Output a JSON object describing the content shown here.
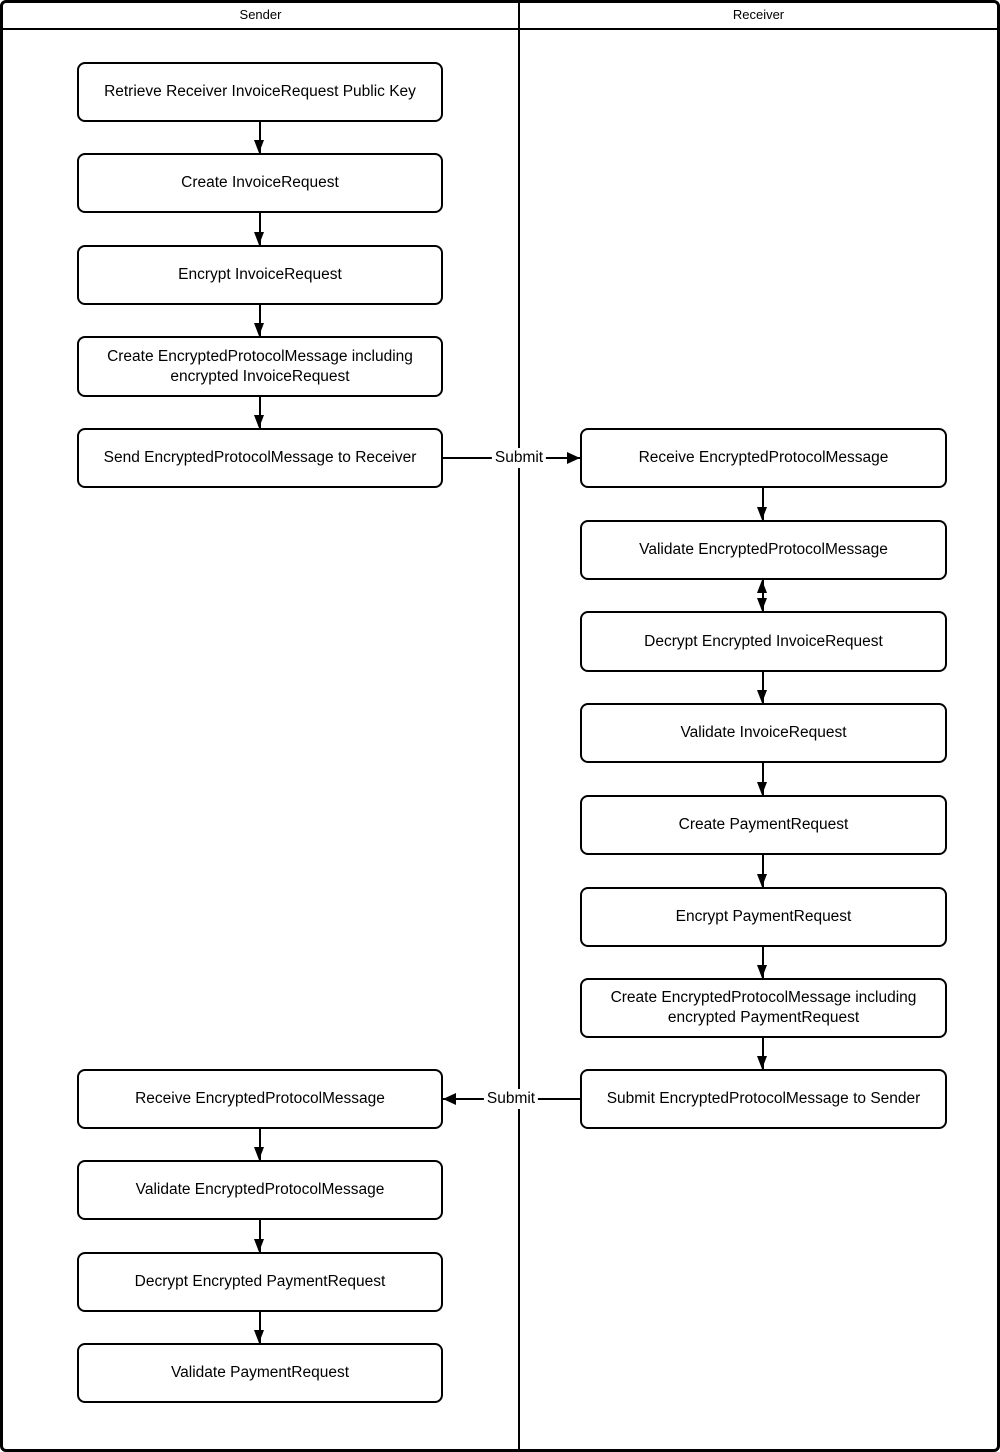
{
  "header": {
    "sender_lane": "Sender",
    "receiver_lane": "Receiver"
  },
  "nodes": [
    {
      "lane": "Sender",
      "label": "Retrieve Receiver InvoiceRequest Public Key"
    },
    {
      "lane": "Sender",
      "label": "Create InvoiceRequest"
    },
    {
      "lane": "Sender",
      "label": "Encrypt InvoiceRequest"
    },
    {
      "lane": "Sender",
      "label": "Create EncryptedProtocolMessage including encrypted InvoiceRequest"
    },
    {
      "lane": "Sender",
      "label": "Send EncryptedProtocolMessage to Receiver"
    },
    {
      "lane": "Receiver",
      "label": "Receive EncryptedProtocolMessage"
    },
    {
      "lane": "Receiver",
      "label": "Validate EncryptedProtocolMessage"
    },
    {
      "lane": "Receiver",
      "label": "Decrypt Encrypted InvoiceRequest"
    },
    {
      "lane": "Receiver",
      "label": "Validate InvoiceRequest"
    },
    {
      "lane": "Receiver",
      "label": "Create PaymentRequest"
    },
    {
      "lane": "Receiver",
      "label": "Encrypt PaymentRequest"
    },
    {
      "lane": "Receiver",
      "label": "Create EncryptedProtocolMessage including encrypted PaymentRequest"
    },
    {
      "lane": "Receiver",
      "label": "Submit EncryptedProtocolMessage to Sender"
    },
    {
      "lane": "Sender",
      "label": "Receive EncryptedProtocolMessage"
    },
    {
      "lane": "Sender",
      "label": "Validate EncryptedProtocolMessage"
    },
    {
      "lane": "Sender",
      "label": "Decrypt Encrypted PaymentRequest"
    },
    {
      "lane": "Sender",
      "label": "Validate PaymentRequest"
    }
  ],
  "edges": {
    "submit_to_receiver": {
      "label": "Submit"
    },
    "submit_to_sender": {
      "label": "Submit"
    }
  },
  "colors": {
    "background": "#ffffff",
    "line": "#000000",
    "text": "#000000"
  }
}
